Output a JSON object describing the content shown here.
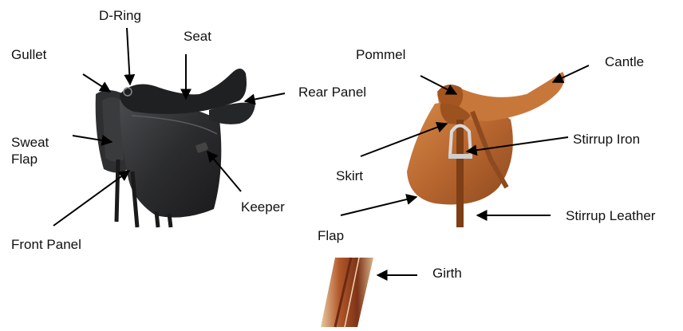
{
  "labels": {
    "d_ring": "D-Ring",
    "seat": "Seat",
    "gullet": "Gullet",
    "rear_panel": "Rear Panel",
    "sweat_flap": "Sweat\nFlap",
    "keeper": "Keeper",
    "front_panel": "Front Panel",
    "pommel": "Pommel",
    "cantle": "Cantle",
    "stirrup_iron": "Stirrup Iron",
    "skirt": "Skirt",
    "stirrup_leather": "Stirrup Leather",
    "flap": "Flap",
    "girth": "Girth"
  },
  "colors": {
    "dressage_saddle": "#2b2c2e",
    "jumping_saddle": "#b8662f",
    "girth": "#8a3a1e",
    "arrow": "#000000"
  }
}
